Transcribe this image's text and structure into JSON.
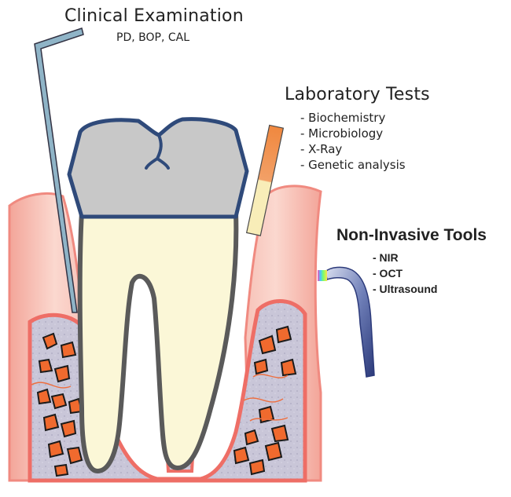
{
  "clinical": {
    "title": "Clinical Examination",
    "subtitle": "PD, BOP, CAL"
  },
  "laboratory": {
    "title": "Laboratory Tests",
    "items": [
      "- Biochemistry",
      "- Microbiology",
      "- X-Ray",
      "- Genetic analysis"
    ]
  },
  "noninvasive": {
    "title": "Non-Invasive Tools",
    "items": [
      "- NIR",
      "- OCT",
      "- Ultrasound"
    ]
  },
  "colors": {
    "gum": "#f08a80",
    "gum_light": "#fbd8cf",
    "bone": "#c9c6d8",
    "crown": "#c8c8c8",
    "crown_outline": "#2f4a7a",
    "tooth_fill": "#fbf7d7",
    "tooth_outline": "#5a5a5a",
    "probe": "#8fb4c7",
    "lab_strip": "#ee8447",
    "tool": "#3a4a8a"
  },
  "icons": {
    "periodontal_probe": "periodontal-probe-icon",
    "test_strip": "test-strip-icon",
    "handheld_scanner": "handheld-scanner-icon"
  }
}
